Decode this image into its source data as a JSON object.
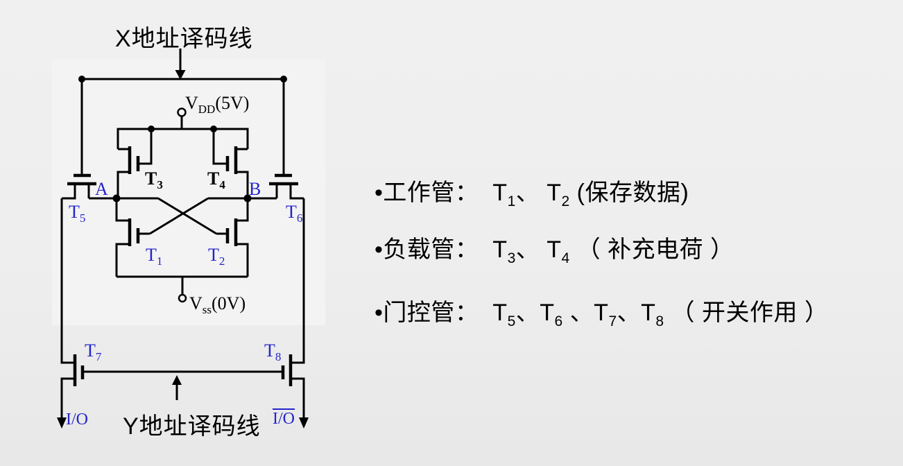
{
  "colors": {
    "wire": "#000000",
    "blue_label": "#2424cc",
    "text": "#000000",
    "background": "#eeeeee",
    "panel": "#f3f3f3"
  },
  "circuit": {
    "x_line_label": "X地址译码线",
    "y_line_label": "Y地址译码线",
    "vdd": {
      "base": "V",
      "sub": "DD",
      "value": "(5V)"
    },
    "vss": {
      "base": "V",
      "sub": "ss",
      "value": "(0V)"
    },
    "node_a": "A",
    "node_b": "B",
    "io": "I/O",
    "io_bar": "I/O",
    "transistors": {
      "t1": {
        "base": "T",
        "sub": "1"
      },
      "t2": {
        "base": "T",
        "sub": "2"
      },
      "t3": {
        "base": "T",
        "sub": "3"
      },
      "t4": {
        "base": "T",
        "sub": "4"
      },
      "t5": {
        "base": "T",
        "sub": "5"
      },
      "t6": {
        "base": "T",
        "sub": "6"
      },
      "t7": {
        "base": "T",
        "sub": "7"
      },
      "t8": {
        "base": "T",
        "sub": "8"
      }
    }
  },
  "notes": {
    "marker": "•",
    "line1": {
      "pre": "工作管：  T",
      "sub1": "1",
      "mid": "、 T",
      "sub2": "2",
      "post": " (保存数据)"
    },
    "line2": {
      "pre": "负载管：  T",
      "sub1": "3",
      "mid": "、 T",
      "sub2": "4",
      "post": " （ 补充电荷 ）"
    },
    "line3": {
      "pre": "门控管：  T",
      "sub1": "5",
      "m1": "、T",
      "sub2": "6",
      "m2": " 、T",
      "sub3": "7",
      "m3": "、T",
      "sub4": "8",
      "post": " （ 开关作用 ）"
    }
  }
}
